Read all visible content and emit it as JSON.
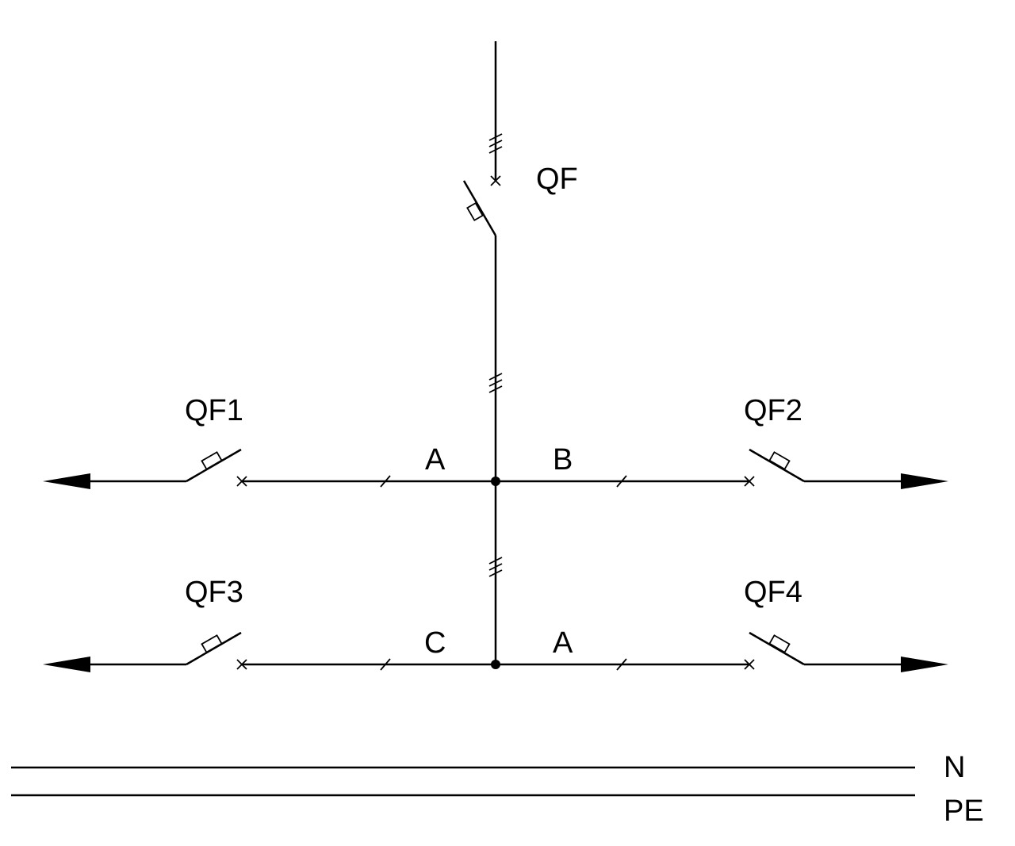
{
  "diagram": {
    "main_breaker": "QF",
    "breakers": {
      "qf1": "QF1",
      "qf2": "QF2",
      "qf3": "QF3",
      "qf4": "QF4"
    },
    "phases": {
      "upper_left": "A",
      "upper_right": "B",
      "lower_left": "C",
      "lower_right": "A"
    },
    "conductors": {
      "neutral": "N",
      "protective_earth": "PE"
    }
  }
}
